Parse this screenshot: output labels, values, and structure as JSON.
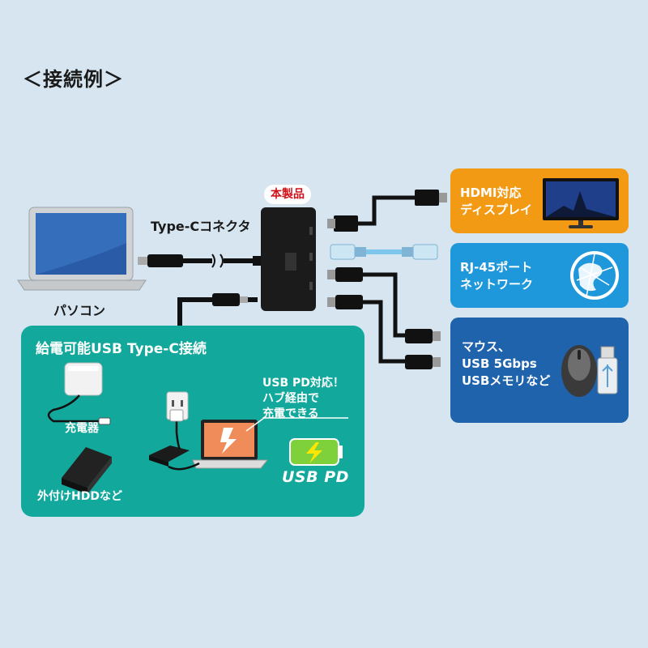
{
  "title": "＜接続例＞",
  "laptop": {
    "label": "パソコン"
  },
  "connector": {
    "label": "Type-Cコネクタ"
  },
  "product": {
    "label": "本製品"
  },
  "outputs": {
    "hdmi": {
      "label": "HDMI対応\nディスプレイ",
      "color": "#f39a15"
    },
    "lan": {
      "label": "RJ-45ポート\nネットワーク",
      "color": "#1e98db"
    },
    "usb": {
      "label": "マウス、\nUSB 5Gbps\nUSBメモリなど",
      "color": "#1f63ad"
    }
  },
  "pd_section": {
    "title": "給電可能USB Type-C接続",
    "color": "#12a89b",
    "charger_label": "充電器",
    "hdd_label": "外付けHDDなど",
    "callout": "USB PD対応！\nハブ経由で\n充電できる",
    "logo_text": "USB PD"
  }
}
